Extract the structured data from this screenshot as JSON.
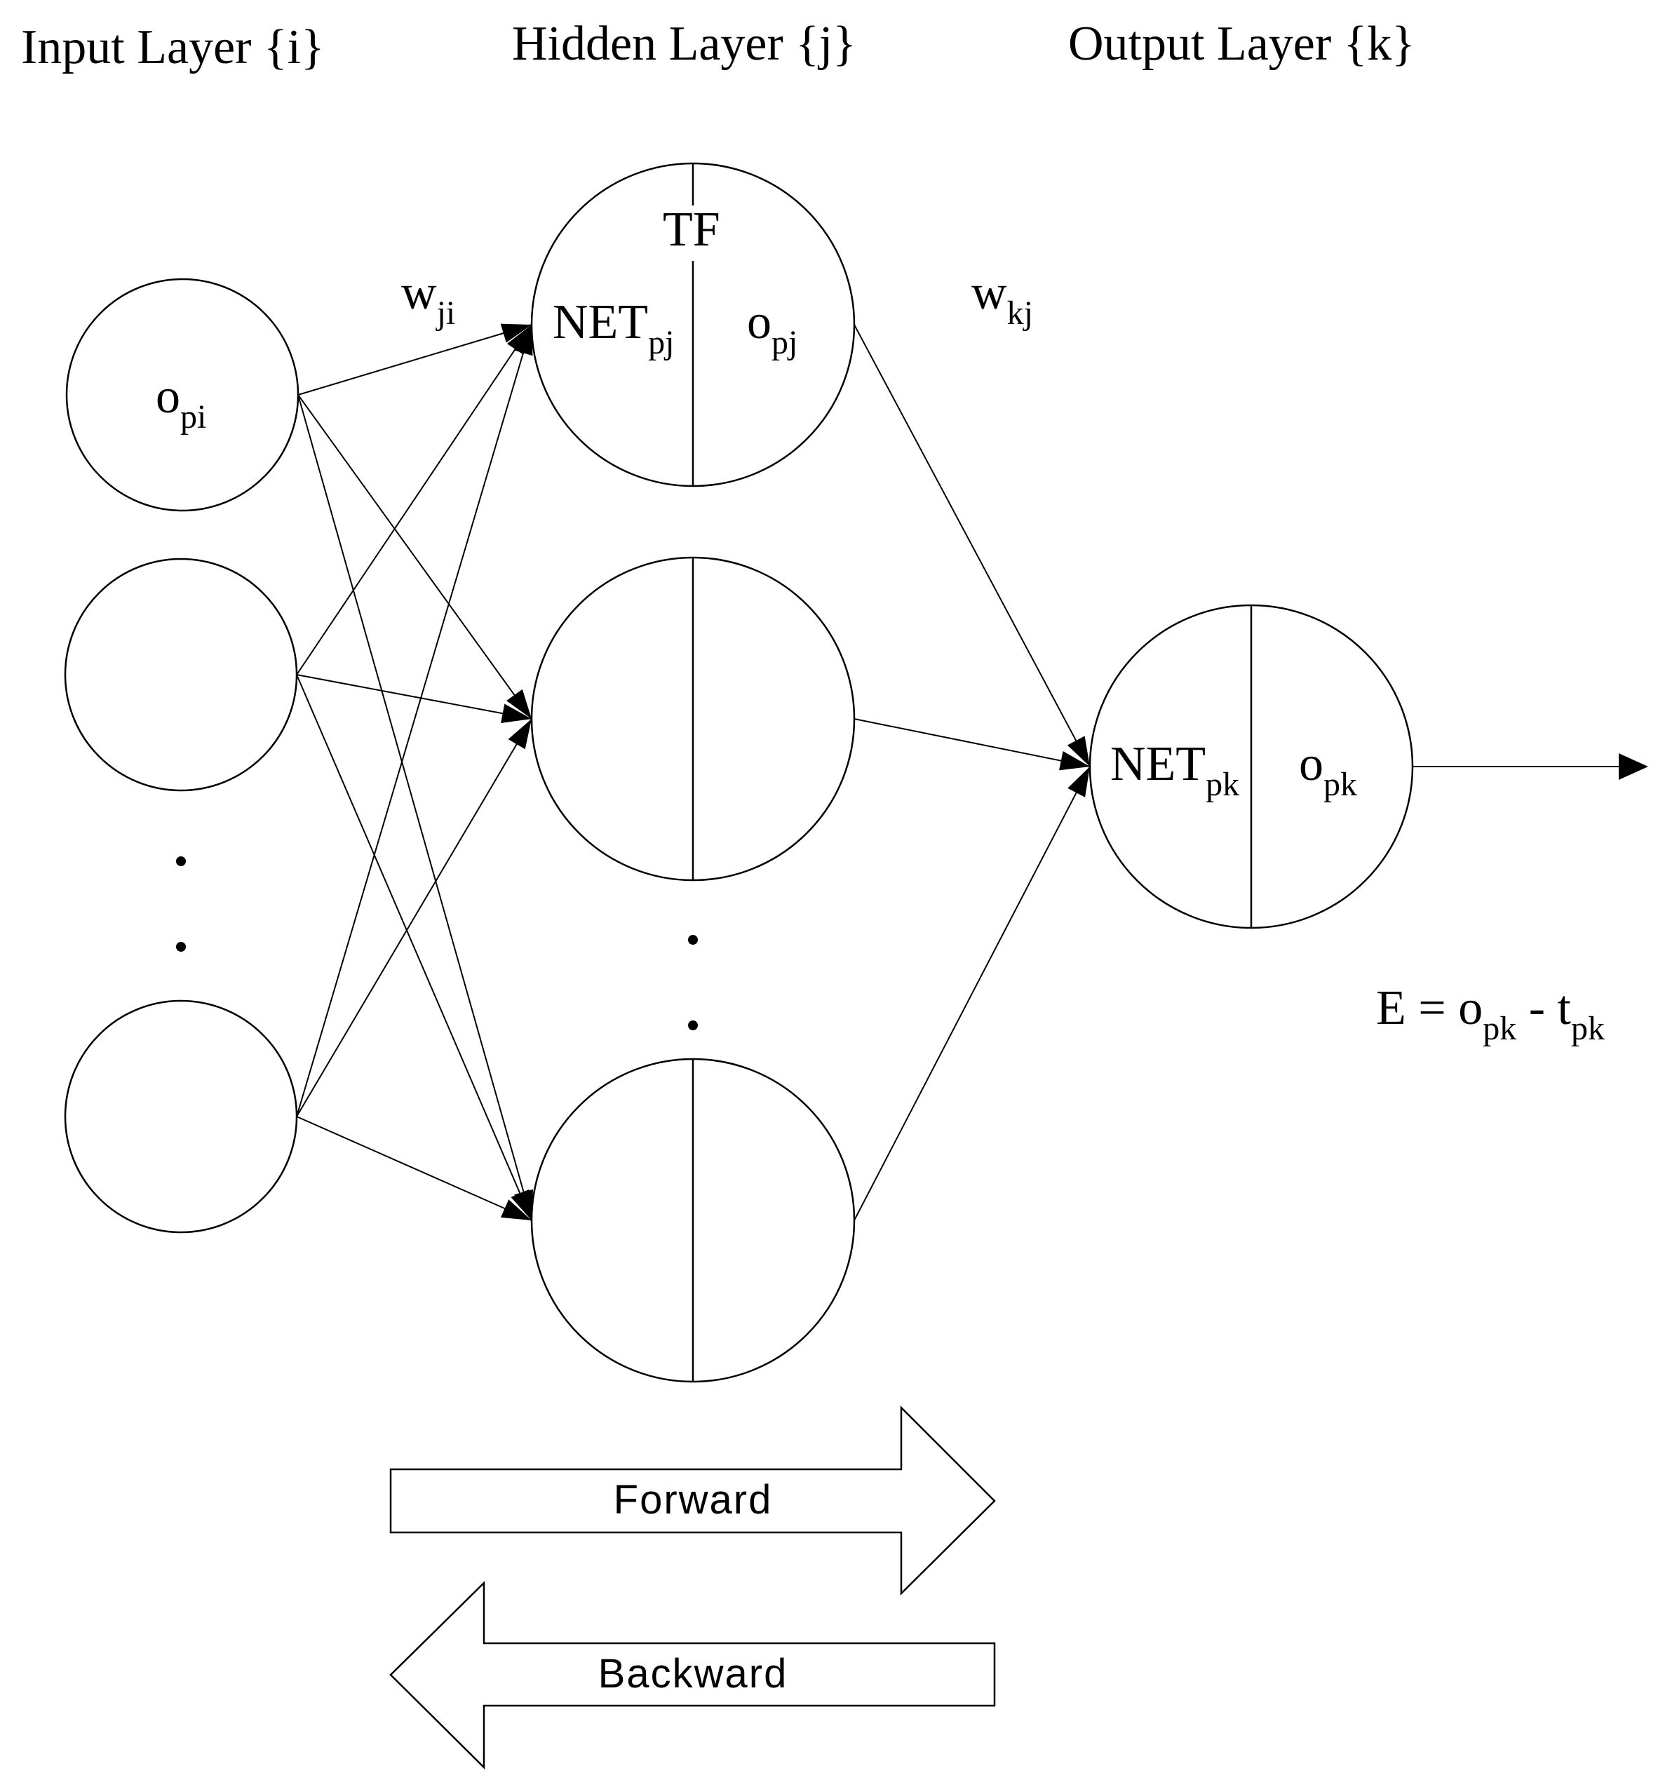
{
  "headers": {
    "input": "Input Layer {i}",
    "hidden": "Hidden Layer {j}",
    "output": "Output Layer {k}"
  },
  "input_node": {
    "label": "o",
    "label_sub": "pi"
  },
  "hidden_node": {
    "tf_label": "TF",
    "net_label": "NET",
    "net_sub": "pj",
    "out_label": "o",
    "out_sub": "pj"
  },
  "output_node": {
    "net_label": "NET",
    "net_sub": "pk",
    "out_label": "o",
    "out_sub": "pk"
  },
  "weights": {
    "w_ji": {
      "label": "w",
      "sub": "ji"
    },
    "w_kj": {
      "label": "w",
      "sub": "kj"
    }
  },
  "error": {
    "prefix": "E = o",
    "sub1": "pk",
    "mid": " - t",
    "sub2": "pk"
  },
  "arrows": {
    "forward": "Forward",
    "backward": "Backward"
  }
}
